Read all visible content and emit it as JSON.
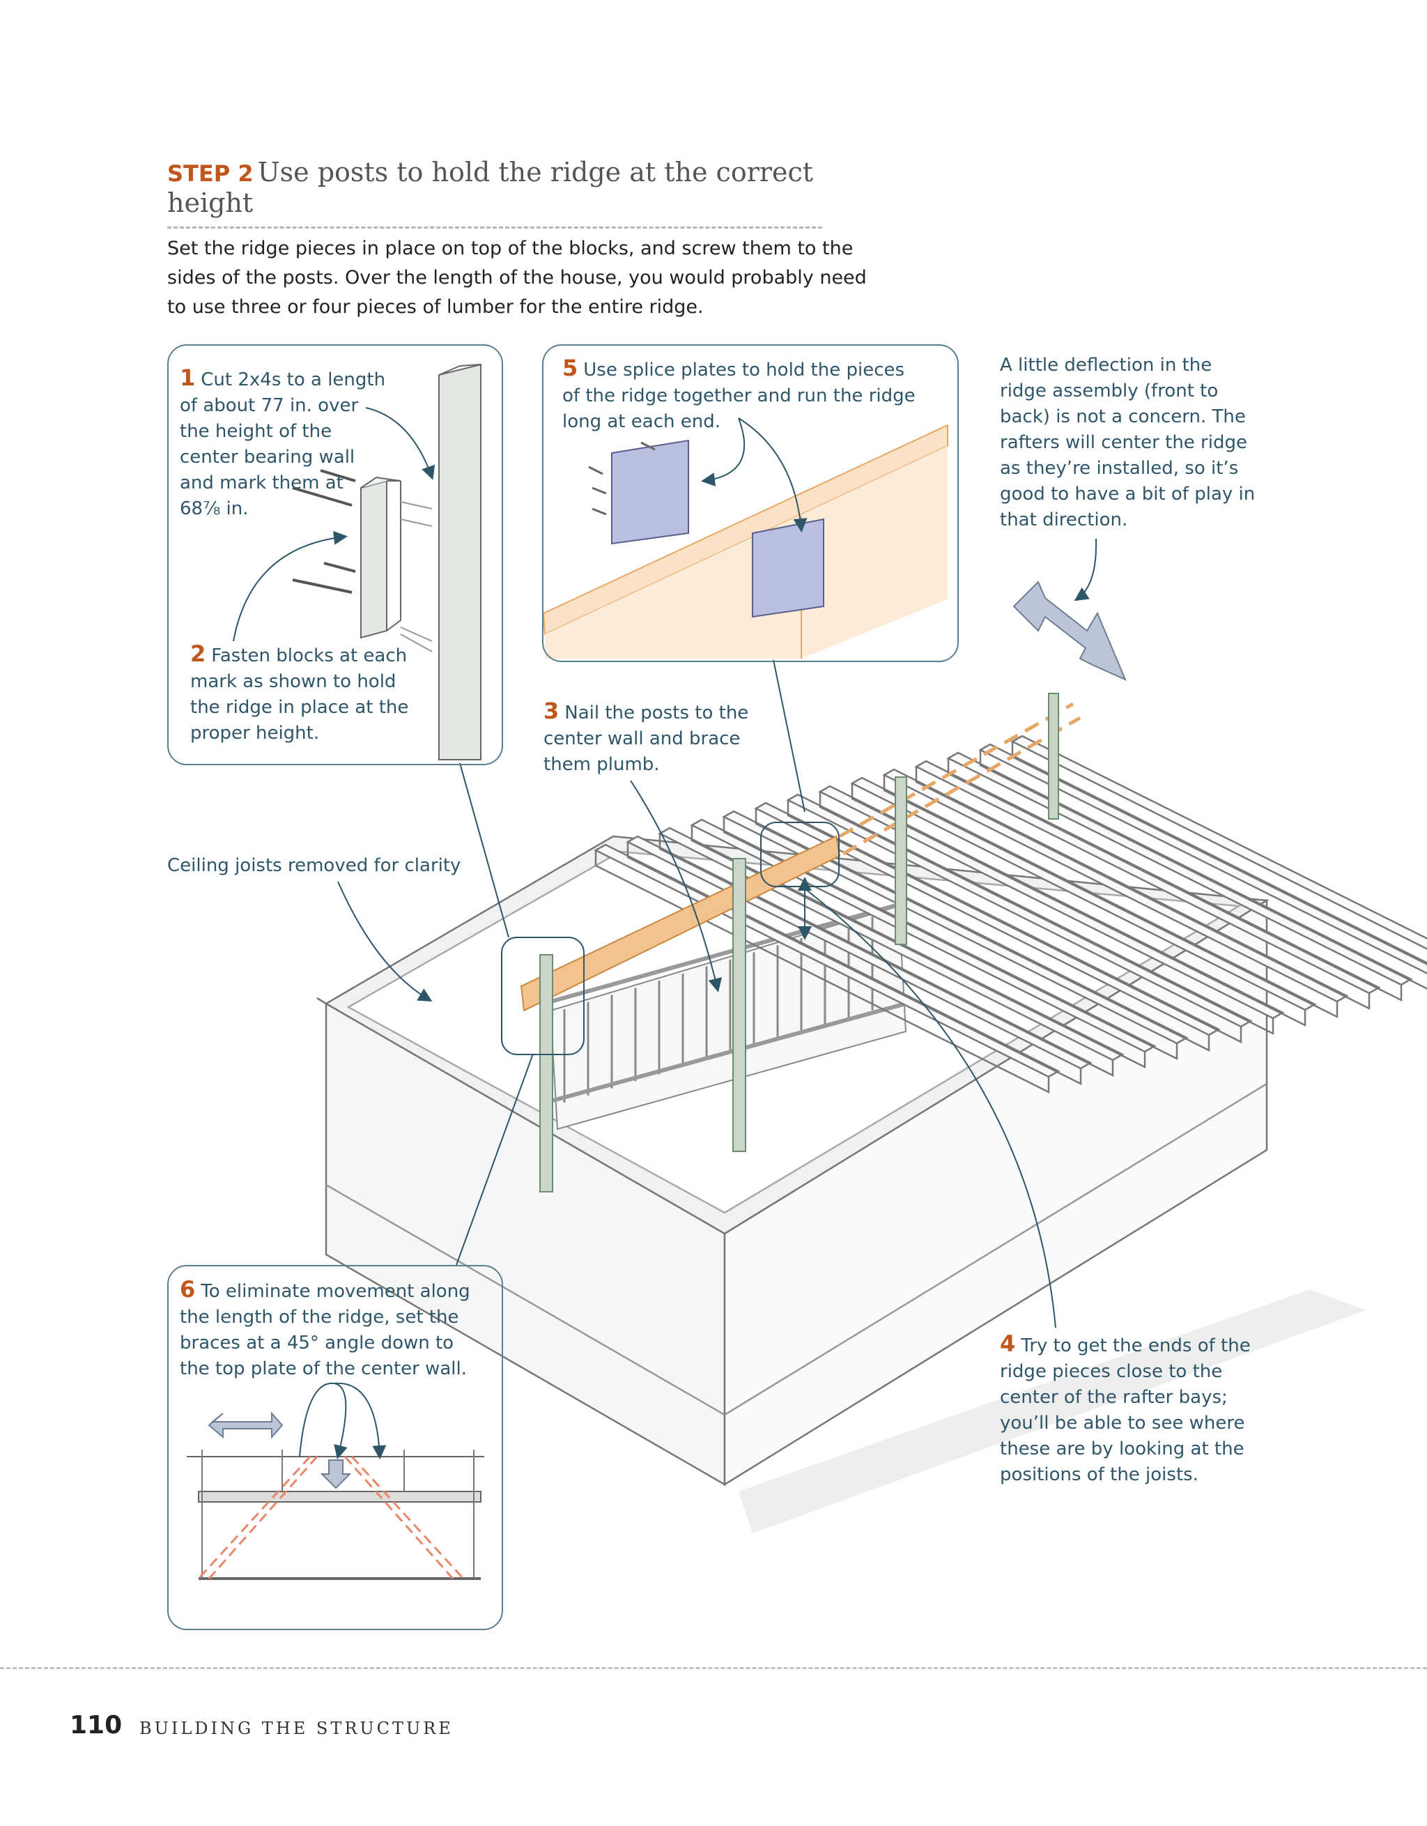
{
  "heading": {
    "step": "STEP 2",
    "title": "Use posts to hold the ridge at the correct height"
  },
  "intro": "Set the ridge pieces in place on top of the blocks, and screw them to the sides of the posts. Over the length of the house, you would probably need to use three or four pieces of lumber for the entire ridge.",
  "callouts": {
    "c1": {
      "num": "1",
      "text": "Cut 2x4s to a length of about 77 in. over the height of the center bearing wall and mark them at 68⅞ in."
    },
    "c2": {
      "num": "2",
      "text": "Fasten blocks at each mark as shown to hold the ridge in place at the proper height."
    },
    "c3": {
      "num": "3",
      "text": "Nail the posts to the center wall and brace them plumb."
    },
    "c4": {
      "num": "4",
      "text": "Try to get the ends of the ridge pieces close to the center of the rafter bays; you’ll be able to see where these are by looking at the positions of the joists."
    },
    "c5": {
      "num": "5",
      "text": "Use splice plates to hold the pieces of the ridge together and run the ridge long at each end."
    },
    "c6": {
      "num": "6",
      "text": "To eliminate movement along the length of the ridge, set the braces at a 45° angle down to the top plate of the center wall."
    },
    "deflection": "A little deflection in the ridge assembly (front to back) is not a concern. The rafters will center the ridge as they’re installed, so it’s good to have a bit of play in that direction.",
    "ceiling": "Ceiling joists removed for clarity"
  },
  "colors": {
    "accent": "#c0561c",
    "caption": "#2e5668",
    "ridge": "#f2c38f",
    "post": "#c9d6c8",
    "plate": "#b9bfe0"
  },
  "footer": {
    "page": "110",
    "section": "BUILDING THE STRUCTURE"
  }
}
